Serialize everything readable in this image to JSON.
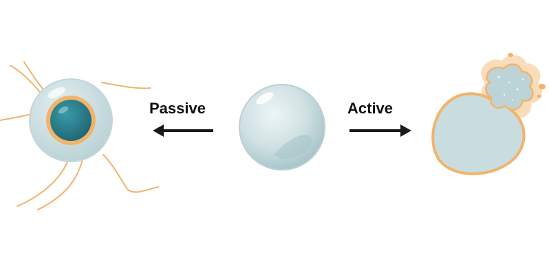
{
  "diagram": {
    "labels": {
      "passive": "Passive",
      "active": "Active"
    },
    "colors": {
      "membrane_orange": "#f2b36a",
      "cell_fill": "#c9dde0",
      "nucleus": "#2c7e8c",
      "arrow": "#1a1a1a"
    },
    "nodes": [
      {
        "id": "passive-cell",
        "kind": "cell with orange-rimmed nucleus and hair fibers"
      },
      {
        "id": "resting-cell",
        "kind": "plain bubble cell"
      },
      {
        "id": "active-cell",
        "kind": "swollen cell with ruptured membrane"
      }
    ]
  }
}
